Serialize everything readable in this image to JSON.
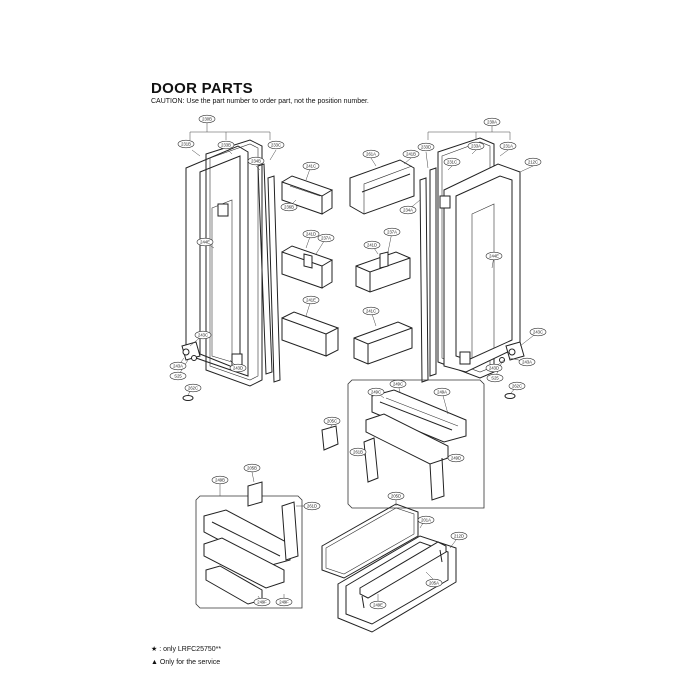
{
  "header": {
    "title": "DOOR PARTS",
    "caution": "CAUTION: Use the part number to order part, not the position number."
  },
  "legend": {
    "star_note": "★ : only LRFC25750**",
    "triangle_note": "▲ Only for the service"
  },
  "callouts": [
    {
      "id": "c1",
      "text": "230B"
    },
    {
      "id": "c2",
      "text": "231B"
    },
    {
      "id": "c3",
      "text": "233B"
    },
    {
      "id": "c4",
      "text": "234B"
    },
    {
      "id": "c5",
      "text": "233C"
    },
    {
      "id": "c6",
      "text": "241C"
    },
    {
      "id": "c7",
      "text": "236B"
    },
    {
      "id": "c8",
      "text": "261A"
    },
    {
      "id": "c9",
      "text": "241B"
    },
    {
      "id": "c10",
      "text": "230A"
    },
    {
      "id": "c11",
      "text": "233D"
    },
    {
      "id": "c12",
      "text": "231C"
    },
    {
      "id": "c13",
      "text": "233A"
    },
    {
      "id": "c14",
      "text": "231A"
    },
    {
      "id": "c15",
      "text": "212C"
    },
    {
      "id": "c16",
      "text": "234A"
    },
    {
      "id": "c17",
      "text": "241D"
    },
    {
      "id": "c18",
      "text": "237A"
    },
    {
      "id": "c19",
      "text": "241D"
    },
    {
      "id": "c20",
      "text": "237A"
    },
    {
      "id": "c21",
      "text": "244E"
    },
    {
      "id": "c22",
      "text": "244E"
    },
    {
      "id": "c23",
      "text": "241E"
    },
    {
      "id": "c24",
      "text": "241C"
    },
    {
      "id": "c25",
      "text": "243C"
    },
    {
      "id": "c26",
      "text": "243C"
    },
    {
      "id": "c27",
      "text": "243D"
    },
    {
      "id": "c28",
      "text": "243A"
    },
    {
      "id": "c29",
      "text": "S25"
    },
    {
      "id": "c30",
      "text": "243A"
    },
    {
      "id": "c31",
      "text": "243D"
    },
    {
      "id": "c32",
      "text": "S25"
    },
    {
      "id": "c33",
      "text": "262C"
    },
    {
      "id": "c34",
      "text": "262C"
    },
    {
      "id": "c35",
      "text": "249C"
    },
    {
      "id": "c36",
      "text": "249C"
    },
    {
      "id": "c37",
      "text": "249A"
    },
    {
      "id": "c38",
      "text": "205C"
    },
    {
      "id": "c39",
      "text": "261B"
    },
    {
      "id": "c40",
      "text": "249D"
    },
    {
      "id": "c41",
      "text": "205B"
    },
    {
      "id": "c42",
      "text": "249B"
    },
    {
      "id": "c43",
      "text": "261D"
    },
    {
      "id": "c44",
      "text": "205D"
    },
    {
      "id": "c45",
      "text": "201A"
    },
    {
      "id": "c46",
      "text": "212D"
    },
    {
      "id": "c47",
      "text": "205A"
    },
    {
      "id": "c48",
      "text": "249E"
    },
    {
      "id": "c49",
      "text": "249F"
    },
    {
      "id": "c50",
      "text": "249F"
    }
  ]
}
